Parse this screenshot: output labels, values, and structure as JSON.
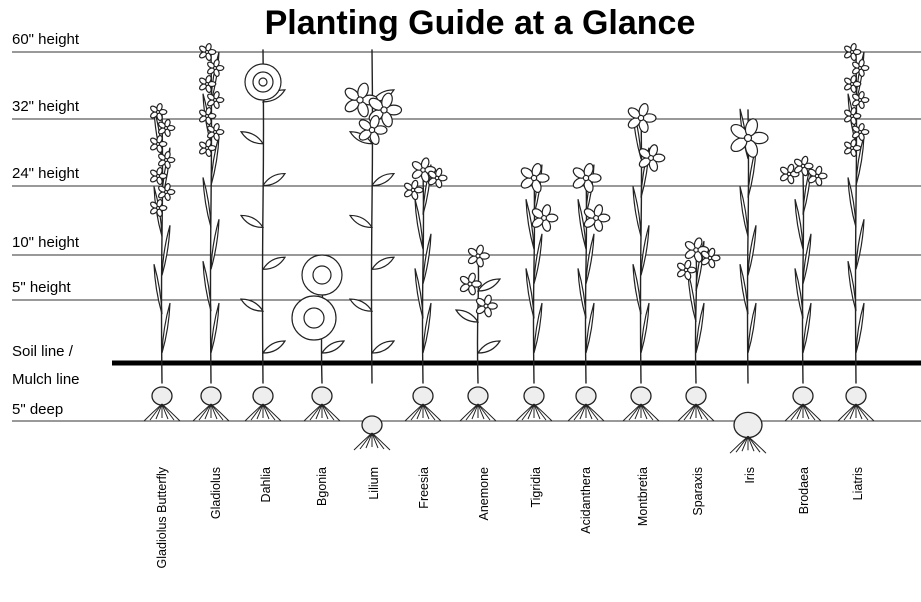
{
  "title": "Planting Guide at a Glance",
  "height_lines": [
    {
      "label": "60\" height"
    },
    {
      "label": "32\" height"
    },
    {
      "label": "24\" height"
    },
    {
      "label": "10\" height"
    },
    {
      "label": "5\" height"
    },
    {
      "label": "Soil line /"
    },
    {
      "label": "Mulch line"
    },
    {
      "label": "5\" deep"
    }
  ],
  "plants": [
    {
      "name": "Gladiolus Butterfly",
      "kind": "spike",
      "height": "32\" height"
    },
    {
      "name": "Gladiolus",
      "kind": "spike",
      "height": "60\" height"
    },
    {
      "name": "Dahlia",
      "kind": "round",
      "height": "60\" height"
    },
    {
      "name": "Bgonia",
      "kind": "rose",
      "height": "5\" height"
    },
    {
      "name": "Lilium",
      "kind": "lily",
      "height": "60\" height"
    },
    {
      "name": "Freesia",
      "kind": "cluster",
      "height": "24\" height"
    },
    {
      "name": "Anemone",
      "kind": "small",
      "height": "10\" height"
    },
    {
      "name": "Tigridia",
      "kind": "star",
      "height": "24\" height"
    },
    {
      "name": "Acidanthera",
      "kind": "star",
      "height": "24\" height"
    },
    {
      "name": "Montbretia",
      "kind": "star",
      "height": "32\" height"
    },
    {
      "name": "Sparaxis",
      "kind": "cluster",
      "height": "10\" height"
    },
    {
      "name": "Iris",
      "kind": "iris",
      "height": "32\" height"
    },
    {
      "name": "Brodaea",
      "kind": "umbel",
      "height": "24\" height"
    },
    {
      "name": "Liatris",
      "kind": "spike",
      "height": "60\" height"
    }
  ]
}
